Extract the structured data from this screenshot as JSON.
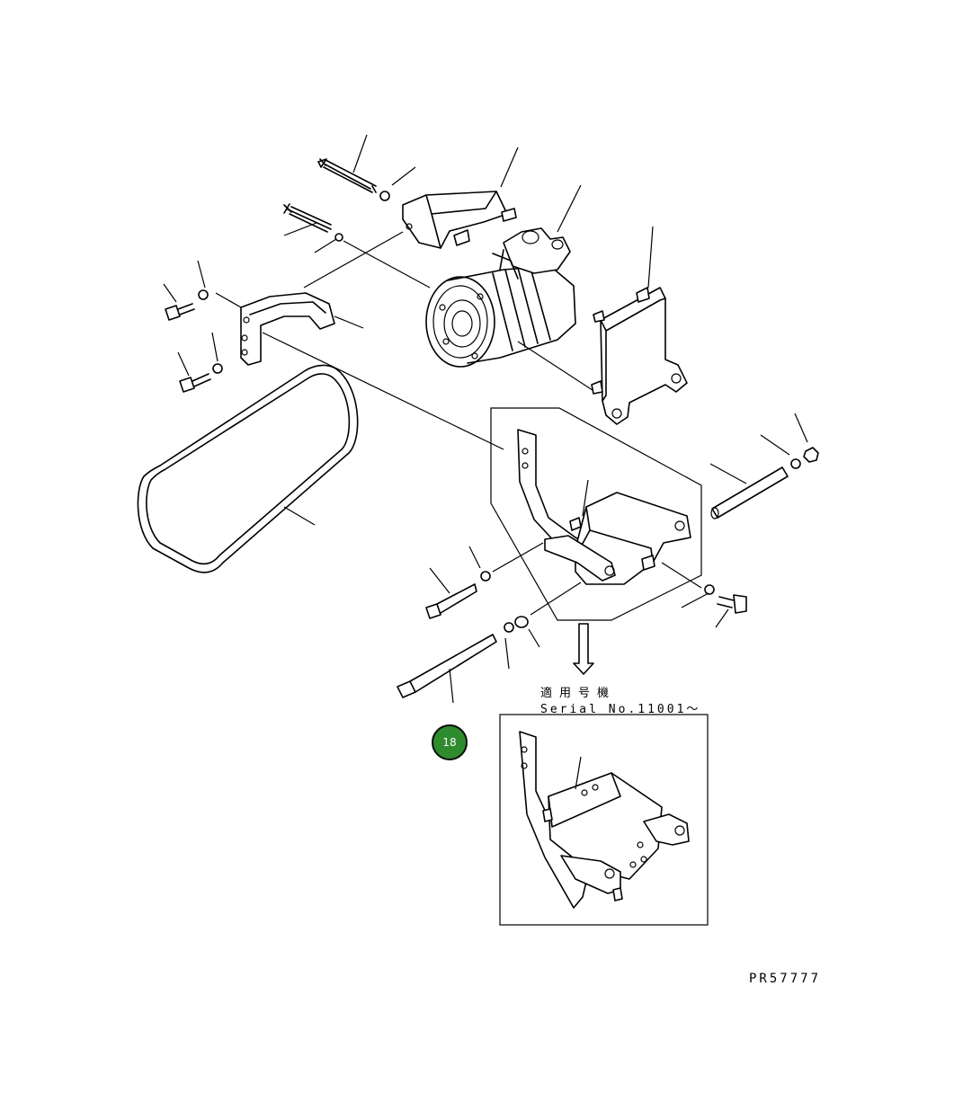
{
  "diagram": {
    "serial_note_jp": "適用号機",
    "serial_note_en": "Serial No.11001～",
    "drawing_number": "PR57777",
    "callout_badge": "18",
    "badge_color": "#2e8b2e"
  }
}
